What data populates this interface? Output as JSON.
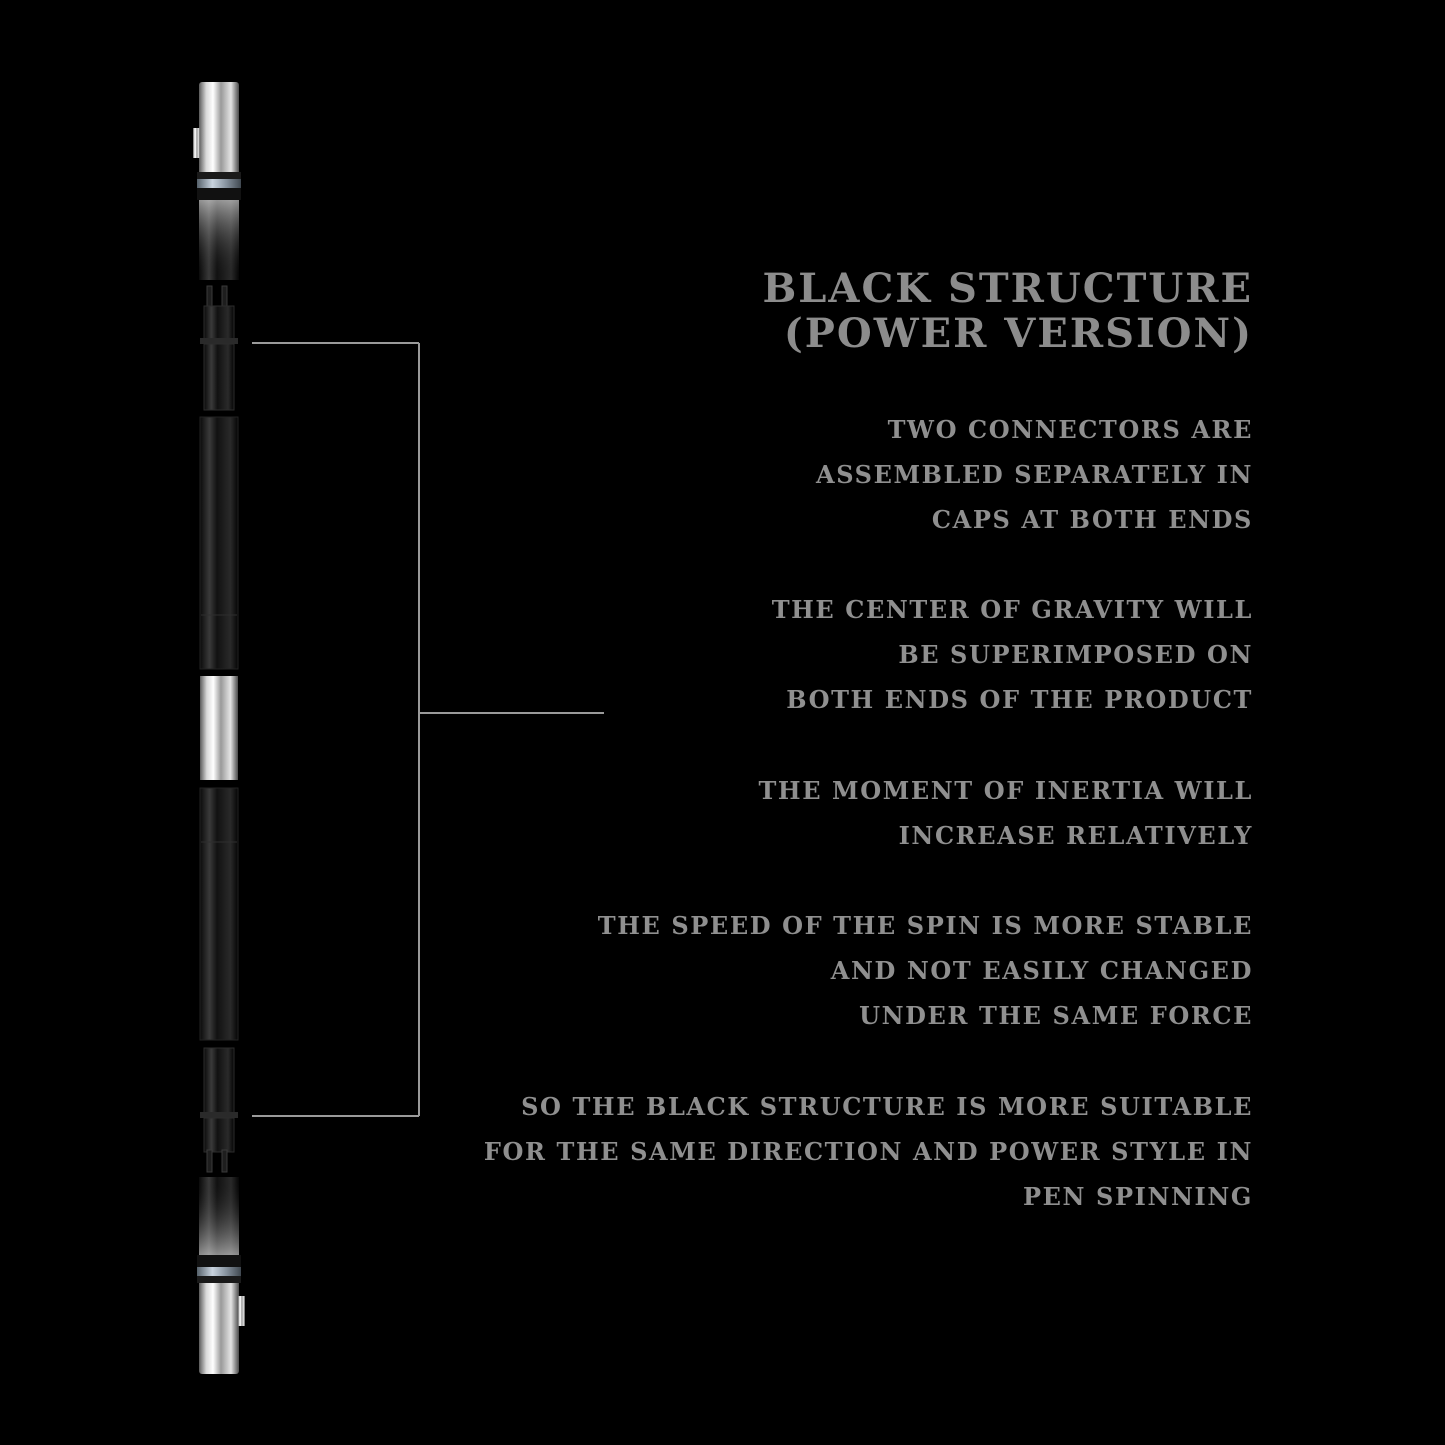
{
  "heading": {
    "line1": "BLACK STRUCTURE",
    "line2": "(POWER VERSION)"
  },
  "paragraphs": [
    {
      "lines": [
        "TWO CONNECTORS ARE",
        "ASSEMBLED SEPARATELY IN",
        "CAPS AT BOTH ENDS"
      ]
    },
    {
      "lines": [
        "THE CENTER OF GRAVITY WILL",
        "BE SUPERIMPOSED ON",
        "BOTH ENDS OF THE PRODUCT"
      ]
    },
    {
      "lines": [
        "THE MOMENT OF INERTIA WILL",
        "INCREASE RELATIVELY"
      ]
    },
    {
      "lines": [
        "THE SPEED OF THE SPIN IS MORE STABLE",
        "AND NOT EASILY CHANGED",
        "UNDER THE SAME FORCE"
      ]
    },
    {
      "lines": [
        "SO THE BLACK STRUCTURE IS MORE SUITABLE",
        "FOR THE SAME DIRECTION AND POWER STYLE IN",
        "PEN SPINNING"
      ]
    }
  ],
  "colors": {
    "background": "#000000",
    "text": "#8f8f8f",
    "bracket": "#9a9a9a"
  }
}
